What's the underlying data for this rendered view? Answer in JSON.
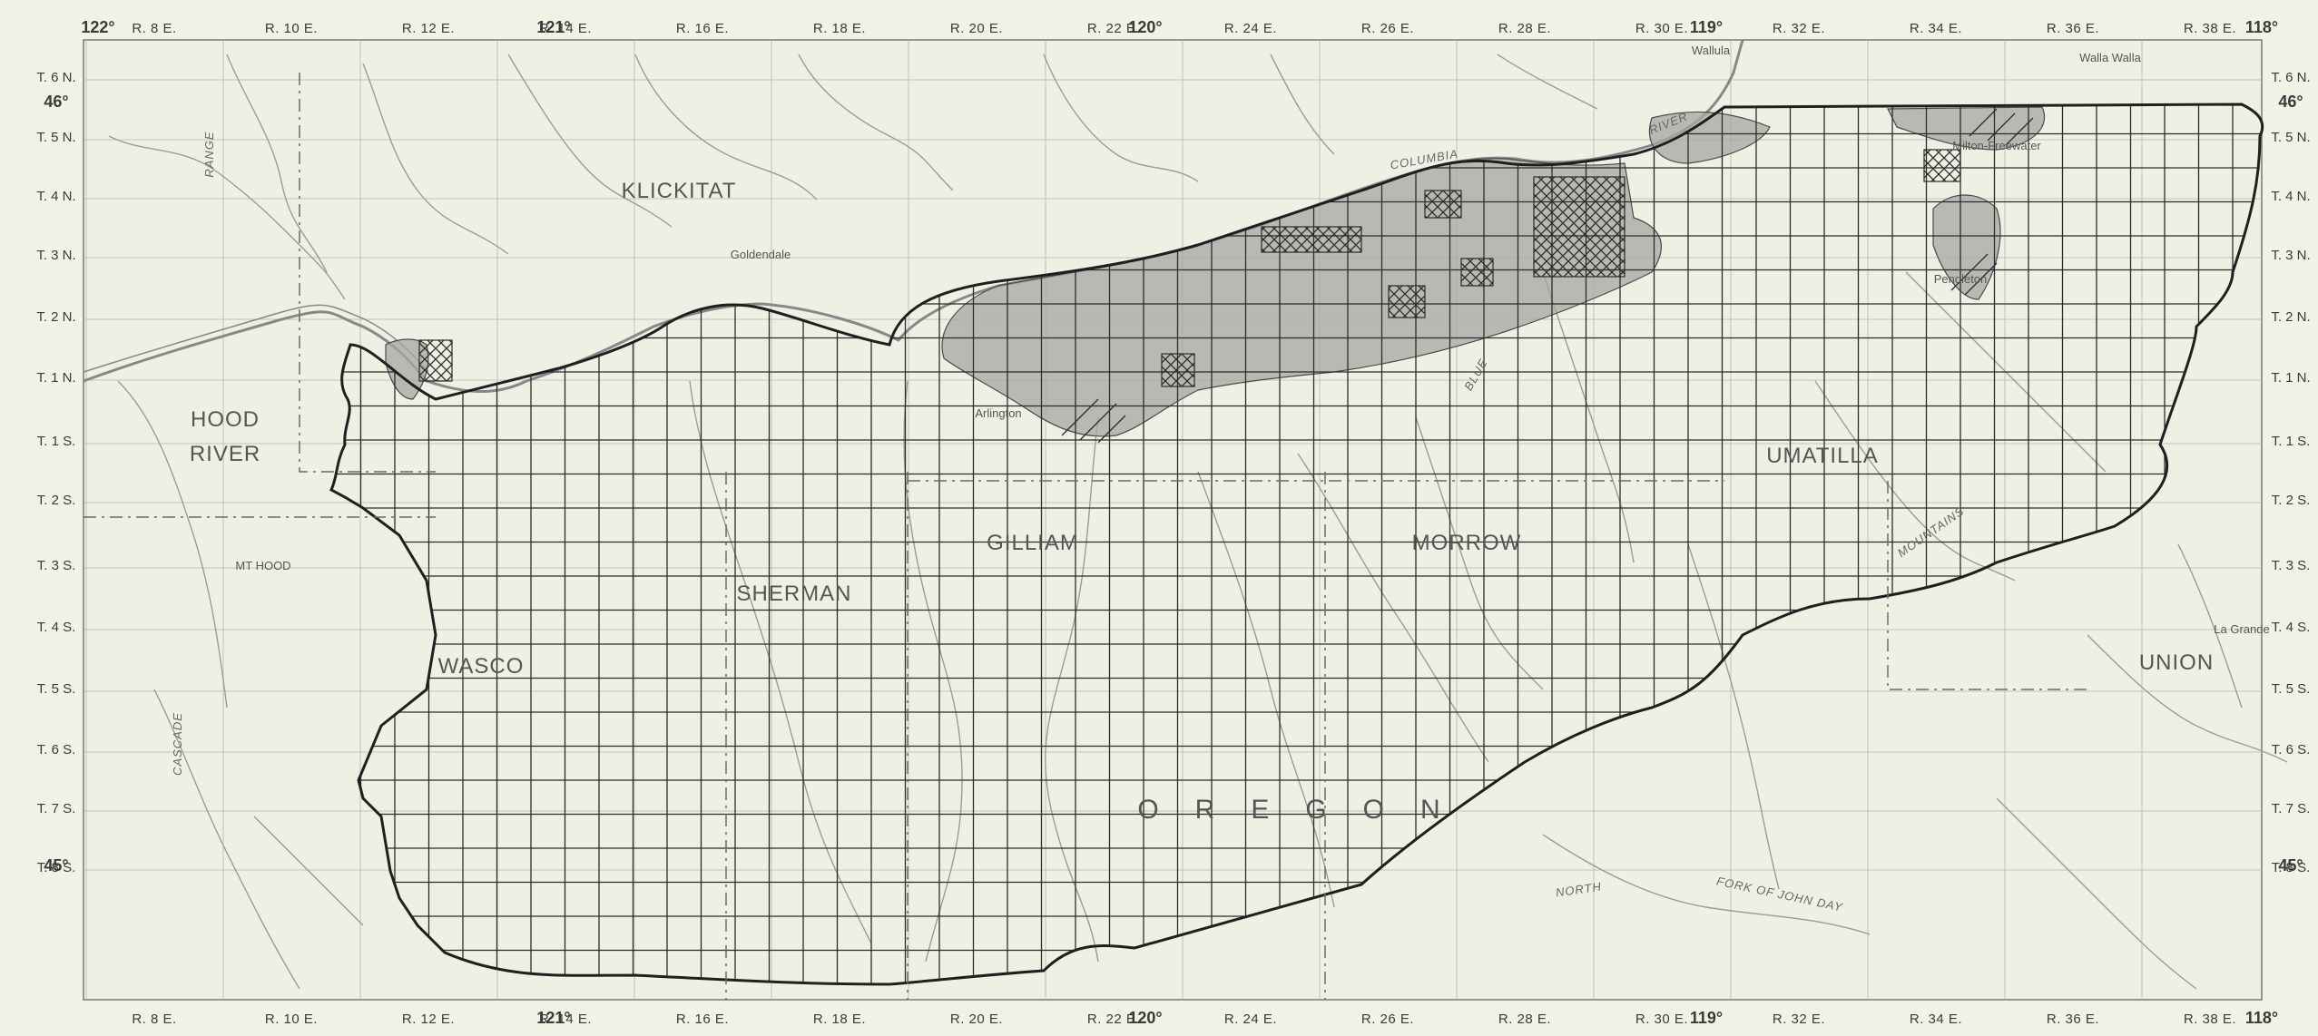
{
  "map": {
    "top_degrees": [
      {
        "label": "122°"
      },
      {
        "label": "121°"
      },
      {
        "label": "120°"
      },
      {
        "label": "119°"
      },
      {
        "label": "118°"
      }
    ],
    "bottom_degrees": [
      {
        "label": "121°"
      },
      {
        "label": "120°"
      },
      {
        "label": "119°"
      },
      {
        "label": "118°"
      }
    ],
    "top_ranges": [
      "R. 8 E.",
      "R. 10 E.",
      "R. 12 E.",
      "R. 14 E.",
      "R. 16 E.",
      "R. 18 E.",
      "R. 20 E.",
      "R. 22 E.",
      "R. 24 E.",
      "R. 26 E.",
      "R. 28 E.",
      "R. 30 E.",
      "R. 32 E.",
      "R. 34 E.",
      "R. 36 E.",
      "R. 38 E."
    ],
    "bottom_ranges": [
      "R. 8 E.",
      "R. 10 E.",
      "R. 12 E.",
      "R. 14 E.",
      "R. 16 E.",
      "R. 18 E.",
      "R. 20 E.",
      "R. 22 E.",
      "R. 24 E.",
      "R. 26 E.",
      "R. 28 E.",
      "R. 30 E.",
      "R. 32 E.",
      "R. 34 E.",
      "R. 36 E.",
      "R. 38 E."
    ],
    "townships": [
      "T. 6 N.",
      "T. 5 N.",
      "T. 4 N.",
      "T. 3 N.",
      "T. 2 N.",
      "T. 1 N.",
      "T. 1 S.",
      "T. 2 S.",
      "T. 3 S.",
      "T. 4 S.",
      "T. 5 S.",
      "T. 6 S.",
      "T. 7 S.",
      "T. 8 S."
    ],
    "lat_labels": [
      "46°",
      "45°"
    ],
    "counties": [
      {
        "name": "KLICKITAT"
      },
      {
        "name": "HOOD"
      },
      {
        "name": "RIVER"
      },
      {
        "name": "GILLIAM"
      },
      {
        "name": "MORROW"
      },
      {
        "name": "UMATILLA"
      },
      {
        "name": "SHERMAN"
      },
      {
        "name": "WASCO"
      },
      {
        "name": "UNION"
      }
    ],
    "state_label": "OREGON",
    "places": [
      "Goldendale",
      "Walla Walla",
      "Wallula",
      "Milton-Freewater",
      "La Grande",
      "MT HOOD",
      "Pendleton",
      "Arlington"
    ],
    "rivers": [
      "COLUMBIA",
      "RIVER",
      "CASCADE",
      "RANGE",
      "BLUE",
      "MOUNTAINS",
      "NORTH",
      "FORK OF JOHN DAY"
    ],
    "colors": {
      "background": "#f1f1e6",
      "grid": "#2b2b2b",
      "shade": "#9c9c98",
      "topo": "#8f8f8f"
    }
  }
}
